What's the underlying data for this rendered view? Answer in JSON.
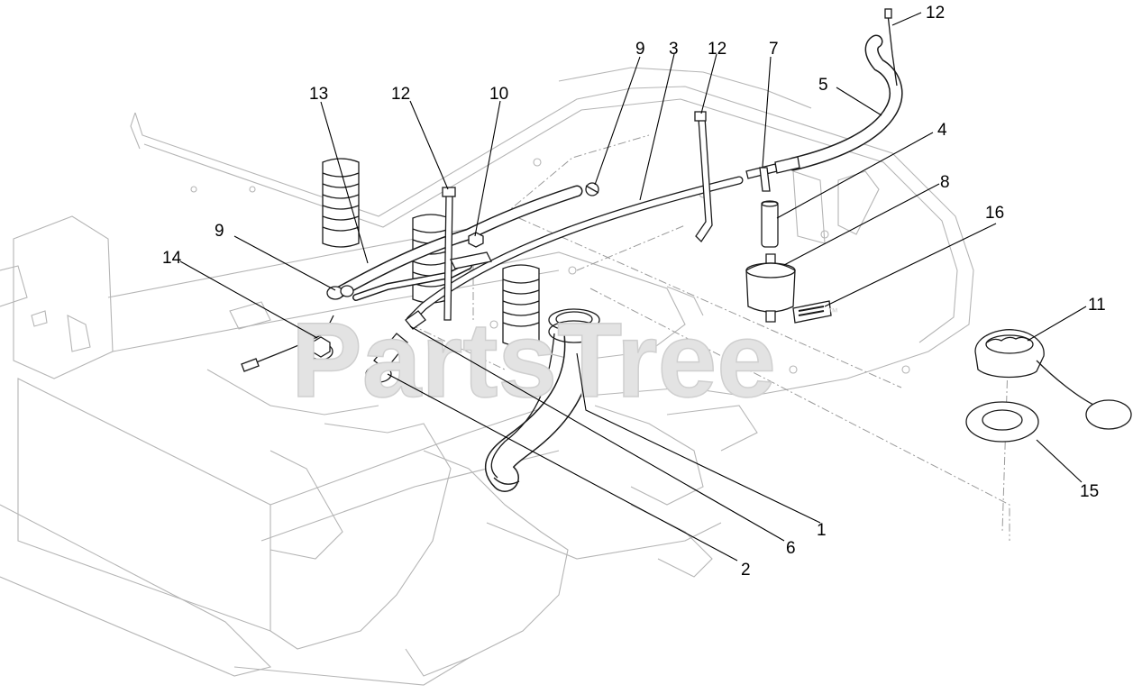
{
  "diagram": {
    "watermark": "PartsTree",
    "watermark_mark": "™",
    "callouts": [
      {
        "id": "c1",
        "label": "1"
      },
      {
        "id": "c2",
        "label": "2"
      },
      {
        "id": "c3",
        "label": "3"
      },
      {
        "id": "c4",
        "label": "4"
      },
      {
        "id": "c5",
        "label": "5"
      },
      {
        "id": "c6",
        "label": "6"
      },
      {
        "id": "c7",
        "label": "7"
      },
      {
        "id": "c8",
        "label": "8"
      },
      {
        "id": "c9a",
        "label": "9"
      },
      {
        "id": "c9b",
        "label": "9"
      },
      {
        "id": "c10",
        "label": "10"
      },
      {
        "id": "c11",
        "label": "11"
      },
      {
        "id": "c12a",
        "label": "12"
      },
      {
        "id": "c12b",
        "label": "12"
      },
      {
        "id": "c12c",
        "label": "12"
      },
      {
        "id": "c13",
        "label": "13"
      },
      {
        "id": "c14",
        "label": "14"
      },
      {
        "id": "c15",
        "label": "15"
      },
      {
        "id": "c16",
        "label": "16"
      }
    ],
    "colors": {
      "line": "#1a1a1a",
      "frame": "#b5b5b5",
      "watermark": "#e3e3e3"
    }
  }
}
